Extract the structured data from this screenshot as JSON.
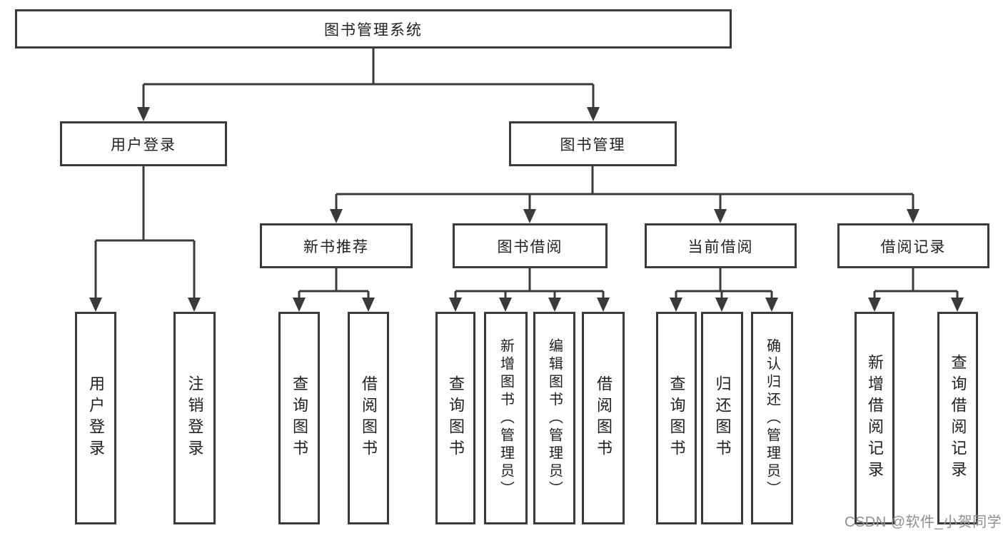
{
  "diagram": {
    "root": {
      "label": "图书管理系统"
    },
    "level2": [
      {
        "label": "用户登录"
      },
      {
        "label": "图书管理"
      }
    ],
    "level3": [
      {
        "label": "新书推荐"
      },
      {
        "label": "图书借阅"
      },
      {
        "label": "当前借阅"
      },
      {
        "label": "借阅记录"
      }
    ],
    "leaves": [
      {
        "label": "用户登录"
      },
      {
        "label": "注销登录"
      },
      {
        "label": "查询图书"
      },
      {
        "label": "借阅图书"
      },
      {
        "label": "查询图书"
      },
      {
        "label": "新增图书（管理员）"
      },
      {
        "label": "编辑图书（管理员）"
      },
      {
        "label": "借阅图书"
      },
      {
        "label": "查询图书"
      },
      {
        "label": "归还图书"
      },
      {
        "label": "确认归还（管理员）"
      },
      {
        "label": "新增借阅记录"
      },
      {
        "label": "查询借阅记录"
      }
    ],
    "watermark": "CSDN @软件_小贺同学",
    "colors": {
      "line": "#3a3a3a",
      "text": "#1f1f1f",
      "watermark": "#8f8f8f",
      "background": "#ffffff"
    }
  }
}
